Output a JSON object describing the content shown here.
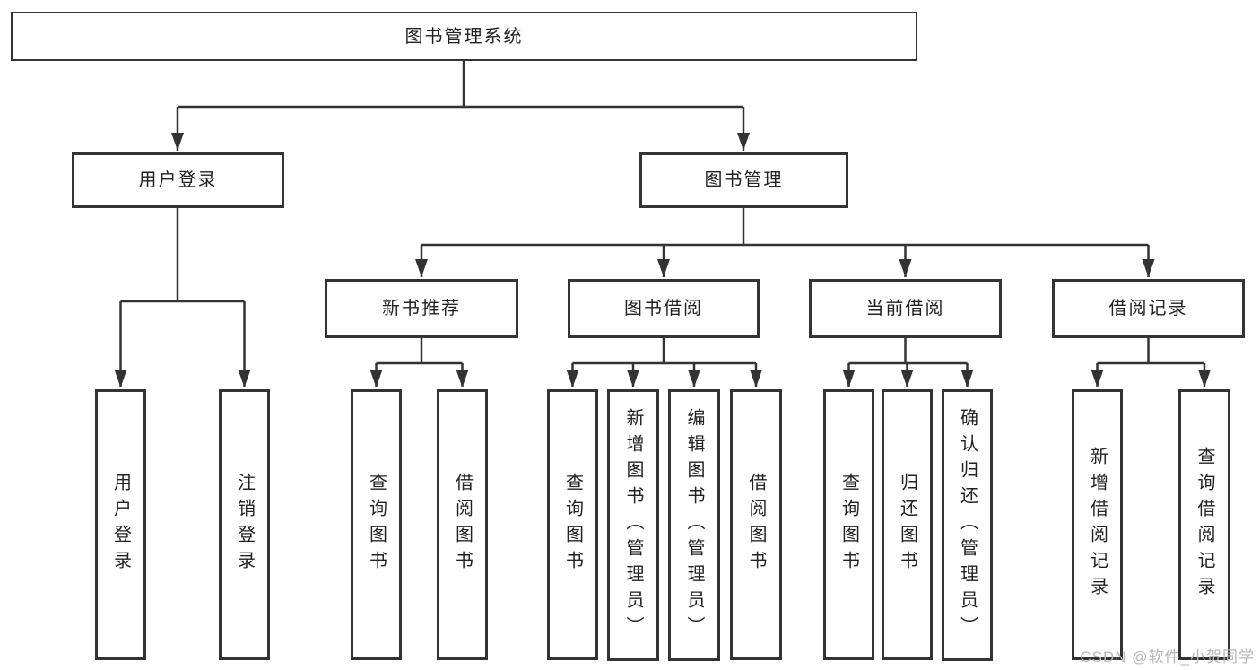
{
  "colors": {
    "line": "#333333",
    "box_background": "#ffffff",
    "text": "#222222",
    "watermark": "#b4b7bd"
  },
  "watermark": "CSDN @软件_小贺同学",
  "tree": {
    "root": {
      "label": "图书管理系统"
    },
    "branches": [
      {
        "label": "用户登录",
        "children": [
          "用户登录",
          "注销登录"
        ]
      },
      {
        "label": "图书管理",
        "modules": [
          {
            "label": "新书推荐",
            "children": [
              "查询图书",
              "借阅图书"
            ]
          },
          {
            "label": "图书借阅",
            "children": [
              "查询图书",
              "新增图书（管理员）",
              "编辑图书（管理员）",
              "借阅图书"
            ]
          },
          {
            "label": "当前借阅",
            "children": [
              "查询图书",
              "归还图书",
              "确认归还（管理员）"
            ]
          },
          {
            "label": "借阅记录",
            "children": [
              "新增借阅记录",
              "查询借阅记录"
            ]
          }
        ]
      }
    ]
  }
}
